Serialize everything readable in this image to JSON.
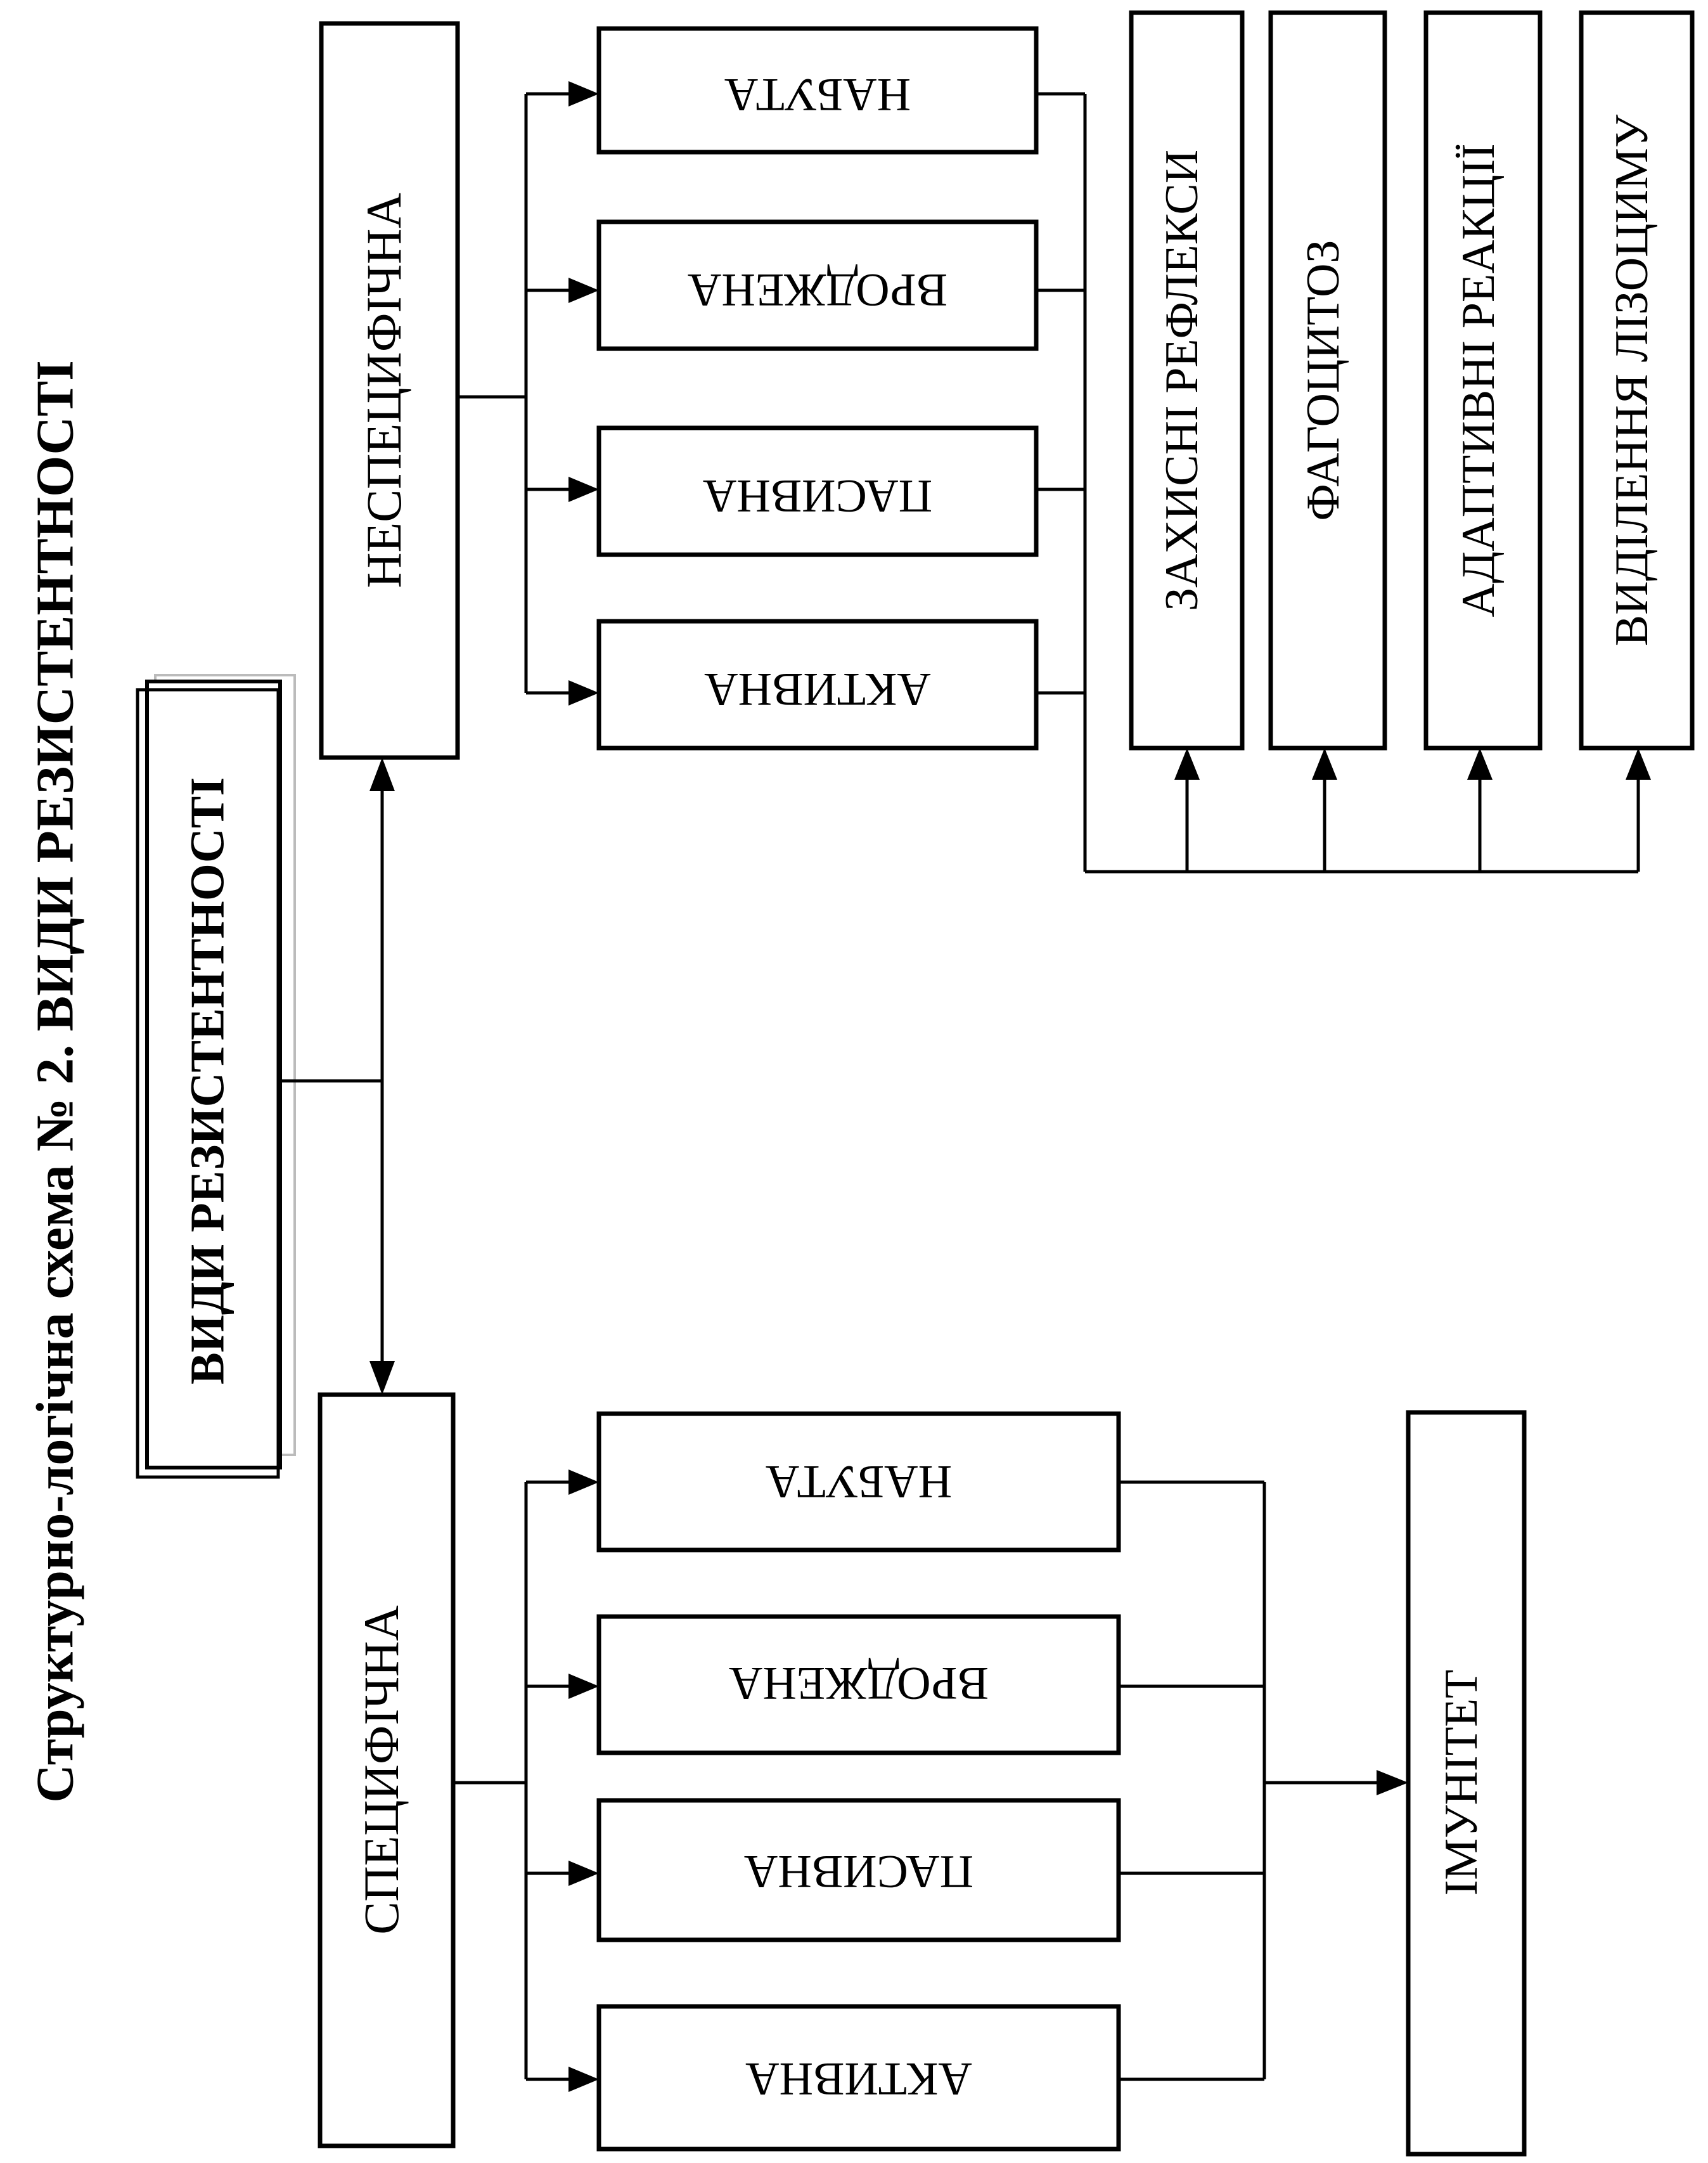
{
  "title": "Структурно-логічна схема № 2.  ВИДИ РЕЗИСТЕНТНОСТІ",
  "root": "ВИДИ РЕЗИСТЕНТНОСТІ",
  "branches": {
    "nonspecific": {
      "label": "НЕСПЕЦИФІЧНА",
      "children": [
        "НАБУТА",
        "ВРОДЖЕНА",
        "ПАСИВНА",
        "АКТИВНА"
      ],
      "mechanisms": [
        "ЗАХИСНІ РЕФЛЕКСИ",
        "ФАГОЦИТОЗ",
        "АДАПТИВНІ РЕАКЦІЇ",
        "ВИДІЛЕННЯ ЛІЗОЦИМУ"
      ]
    },
    "specific": {
      "label": "СПЕЦИФІЧНА",
      "children": [
        "НАБУТА",
        "ВРОДЖЕНА",
        "ПАСИВНА",
        "АКТИВНА"
      ],
      "result": "ІМУНІТЕТ"
    }
  }
}
